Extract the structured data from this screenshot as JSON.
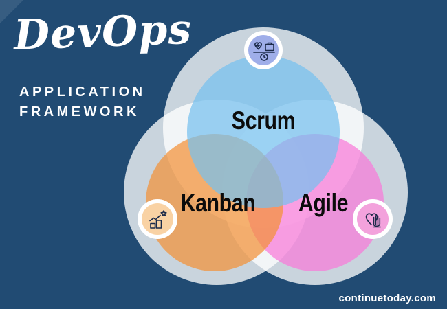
{
  "page": {
    "background_color": "#214B73",
    "corner_accent_color": "rgba(255,255,255,0.10)"
  },
  "header": {
    "title_script": "DevOps",
    "subtitle_line1": "APPLICATION",
    "subtitle_line2": "FRAMEWORK",
    "text_color": "#FFFFFF"
  },
  "venn": {
    "type": "venn-diagram",
    "halo_color": "#FFFFFF",
    "label_color": "#0B0B0B",
    "sets": [
      {
        "label": "Scrum",
        "fill": "#76C1EF",
        "badge_fill": "#9FAEE9",
        "icon": "work-life-balance-icon",
        "position": "top"
      },
      {
        "label": "Kanban",
        "fill": "#F29238",
        "badge_fill": "#F9D2A4",
        "icon": "growth-chart-icon",
        "position": "bottom-left"
      },
      {
        "label": "Agile",
        "fill": "#F87AD8",
        "badge_fill": "#F3A2DC",
        "icon": "hand-heart-icon",
        "position": "bottom-right"
      }
    ]
  },
  "footer": {
    "website": "continuetoday.com"
  }
}
